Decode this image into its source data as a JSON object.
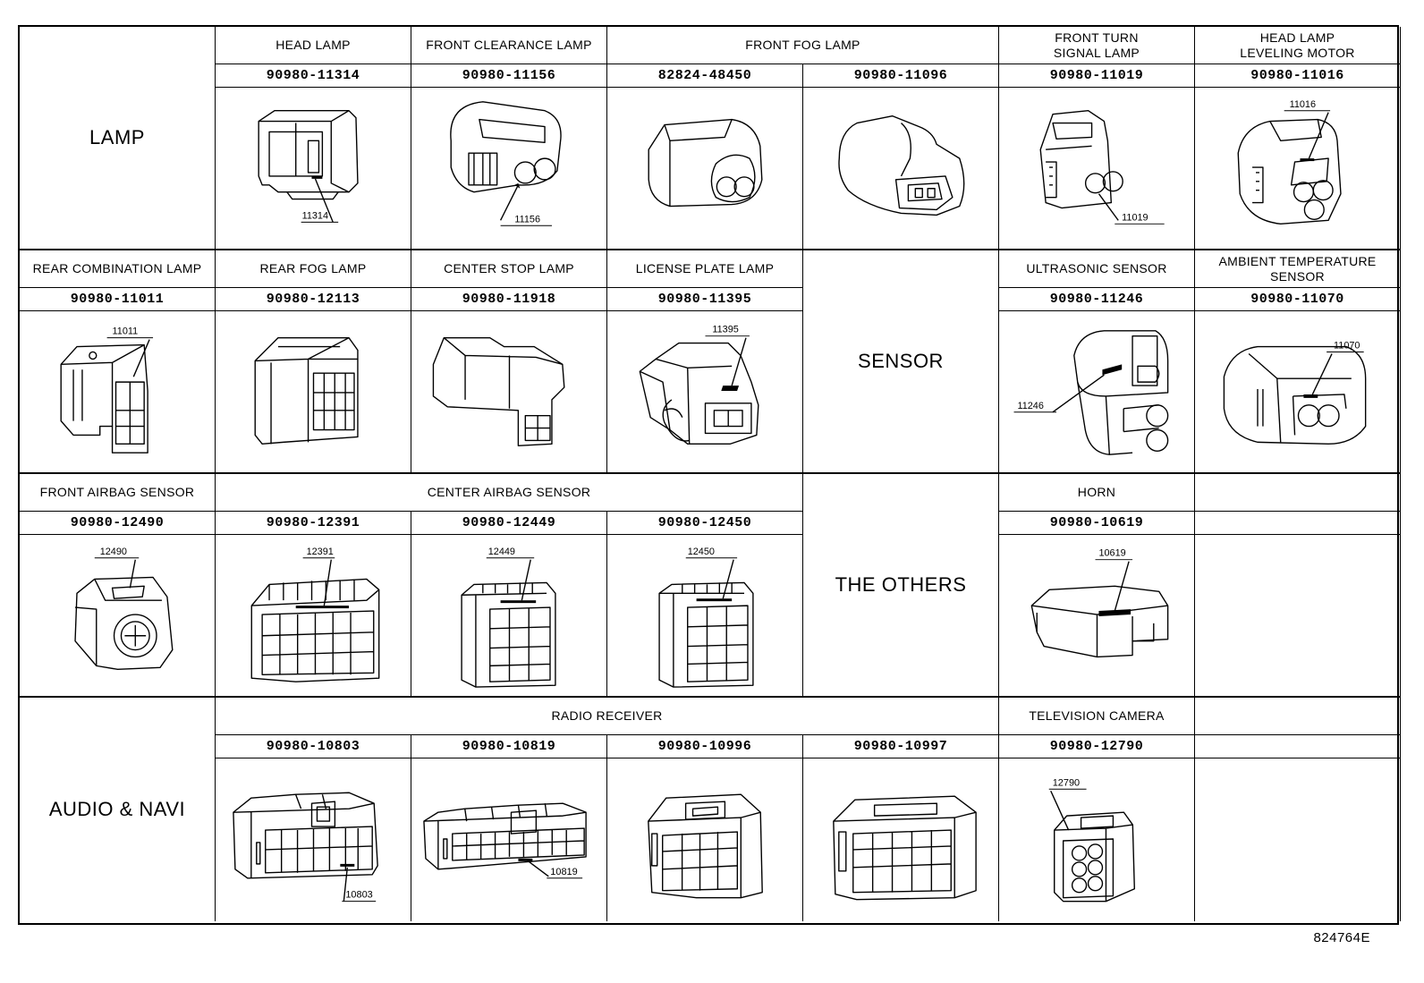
{
  "categories": {
    "lamp": "LAMP",
    "sensor": "SENSOR",
    "others": "THE OTHERS",
    "audio": "AUDIO & NAVI"
  },
  "connectors": {
    "head_lamp": {
      "name": "HEAD LAMP",
      "part": "90980-11314",
      "callout": "11314"
    },
    "front_clearance_lamp": {
      "name": "FRONT CLEARANCE LAMP",
      "part": "90980-11156",
      "callout": "11156"
    },
    "front_fog_lamp": {
      "name": "FRONT FOG LAMP",
      "part_a": "82824-48450",
      "part_b": "90980-11096"
    },
    "front_turn_signal_lamp": {
      "name": "FRONT TURN SIGNAL LAMP",
      "part": "90980-11019",
      "callout": "11019"
    },
    "head_lamp_leveling_motor": {
      "name": "HEAD LAMP LEVELING MOTOR",
      "part": "90980-11016",
      "callout": "11016"
    },
    "rear_combination_lamp": {
      "name": "REAR COMBINATION LAMP",
      "part": "90980-11011",
      "callout": "11011"
    },
    "rear_fog_lamp": {
      "name": "REAR FOG LAMP",
      "part": "90980-12113"
    },
    "center_stop_lamp": {
      "name": "CENTER STOP LAMP",
      "part": "90980-11918"
    },
    "license_plate_lamp": {
      "name": "LICENSE PLATE LAMP",
      "part": "90980-11395",
      "callout": "11395"
    },
    "ultrasonic_sensor": {
      "name": "ULTRASONIC SENSOR",
      "part": "90980-11246",
      "callout": "11246"
    },
    "ambient_temperature_sensor": {
      "name": "AMBIENT TEMPERATURE SENSOR",
      "part": "90980-11070",
      "callout": "11070"
    },
    "front_airbag_sensor": {
      "name": "FRONT AIRBAG SENSOR",
      "part": "90980-12490",
      "callout": "12490"
    },
    "center_airbag_sensor": {
      "name": "CENTER AIRBAG SENSOR",
      "parts": [
        {
          "part": "90980-12391",
          "callout": "12391"
        },
        {
          "part": "90980-12449",
          "callout": "12449"
        },
        {
          "part": "90980-12450",
          "callout": "12450"
        }
      ]
    },
    "horn": {
      "name": "HORN",
      "part": "90980-10619",
      "callout": "10619"
    },
    "radio_receiver": {
      "name": "RADIO RECEIVER",
      "parts": [
        {
          "part": "90980-10803",
          "callout": "10803"
        },
        {
          "part": "90980-10819",
          "callout": "10819"
        },
        {
          "part": "90980-10996"
        },
        {
          "part": "90980-10997"
        }
      ]
    },
    "television_camera": {
      "name": "TELEVISION CAMERA",
      "part": "90980-12790",
      "callout": "12790"
    }
  },
  "diagram_id": "824764E"
}
